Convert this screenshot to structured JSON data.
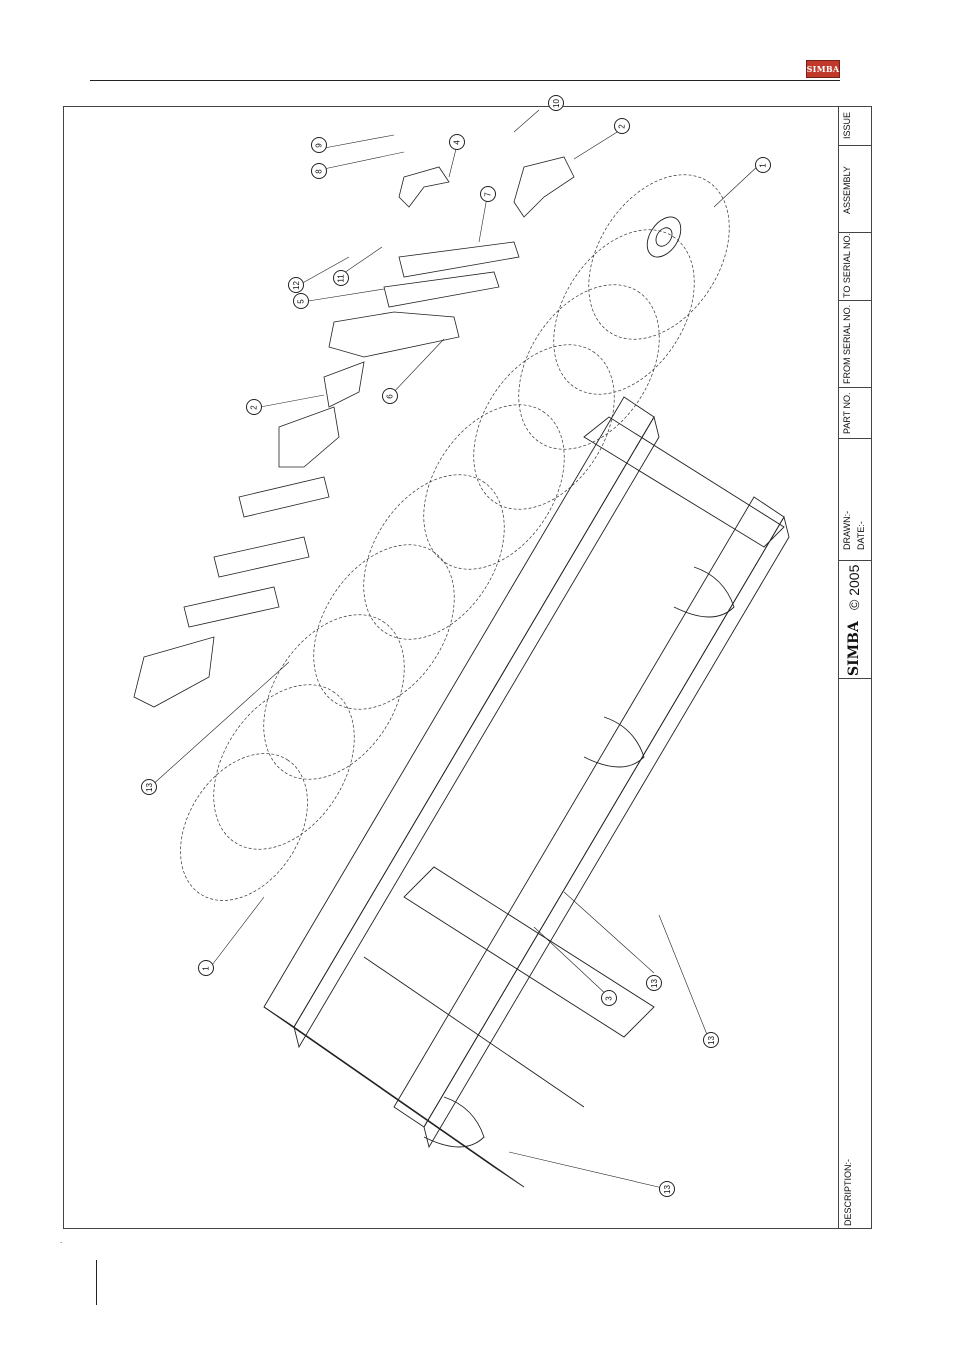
{
  "brand": {
    "logo_text": "SIMBA",
    "color": "#c0392b"
  },
  "title_block": {
    "issue": "ISSUE",
    "assembly": "ASSEMBLY",
    "to_serial": "TO SERIAL NO.",
    "from_serial": "FROM SERIAL NO.",
    "part_no": "PART NO.",
    "drawn": "DRAWN:-",
    "date": "DATE:-",
    "copyright": "© 2005",
    "simba": "SIMBA",
    "description": "DESCRIPTION:-"
  },
  "callouts": [
    {
      "label": "10"
    },
    {
      "label": "9"
    },
    {
      "label": "8"
    },
    {
      "label": "4"
    },
    {
      "label": "2"
    },
    {
      "label": "1"
    },
    {
      "label": "7"
    },
    {
      "label": "12"
    },
    {
      "label": "11"
    },
    {
      "label": "5"
    },
    {
      "label": "6"
    },
    {
      "label": "2"
    },
    {
      "label": "13"
    },
    {
      "label": "1"
    },
    {
      "label": "3"
    },
    {
      "label": "13"
    },
    {
      "label": "13"
    },
    {
      "label": "13"
    }
  ],
  "footer": {
    "mark": "."
  }
}
